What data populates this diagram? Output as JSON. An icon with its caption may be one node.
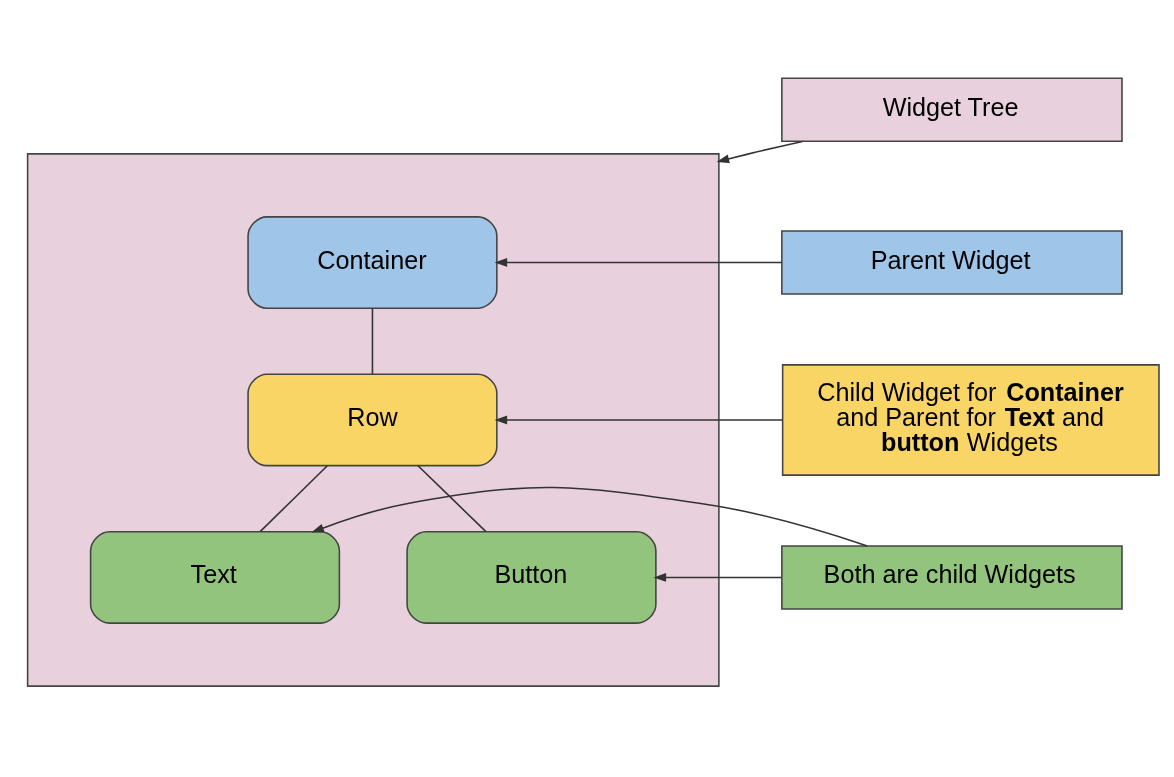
{
  "diagram": {
    "nodes": [
      {
        "text": [],
        "shape": "box"
      },
      {
        "text": [
          "Container"
        ],
        "in": 0
      },
      {
        "text": [
          "Row"
        ],
        "in": 0
      },
      {
        "text": [
          "Text"
        ],
        "in": 0
      },
      {
        "text": [
          "Button"
        ],
        "in": 0
      },
      {
        "text": [
          "Widget Tree"
        ]
      },
      {
        "text": [
          "Parent Widget"
        ]
      },
      {
        "text": [
          "Child Widget for **Container** and Parent for **Text** and **button** Widgets"
        ]
      },
      {
        "text": [
          "Both are child Widgets"
        ]
      }
    ],
    "edges": [
      {
        "from": 1,
        "to": 2,
        "arrow": "none"
      },
      {
        "from": 2,
        "to": 3,
        "arrow": "none"
      },
      {
        "from": 2,
        "to": 4,
        "arrow": "none"
      },
      {
        "from": 5,
        "to": 0,
        "arrow": "to"
      },
      {
        "from": 6,
        "to": 1,
        "arrow": "to"
      },
      {
        "from": 7,
        "to": 2,
        "arrow": "to"
      },
      {
        "from": 8,
        "to": 3,
        "arrow": "to"
      },
      {
        "from": 8,
        "to": 4,
        "arrow": "to"
      }
    ]
  }
}
